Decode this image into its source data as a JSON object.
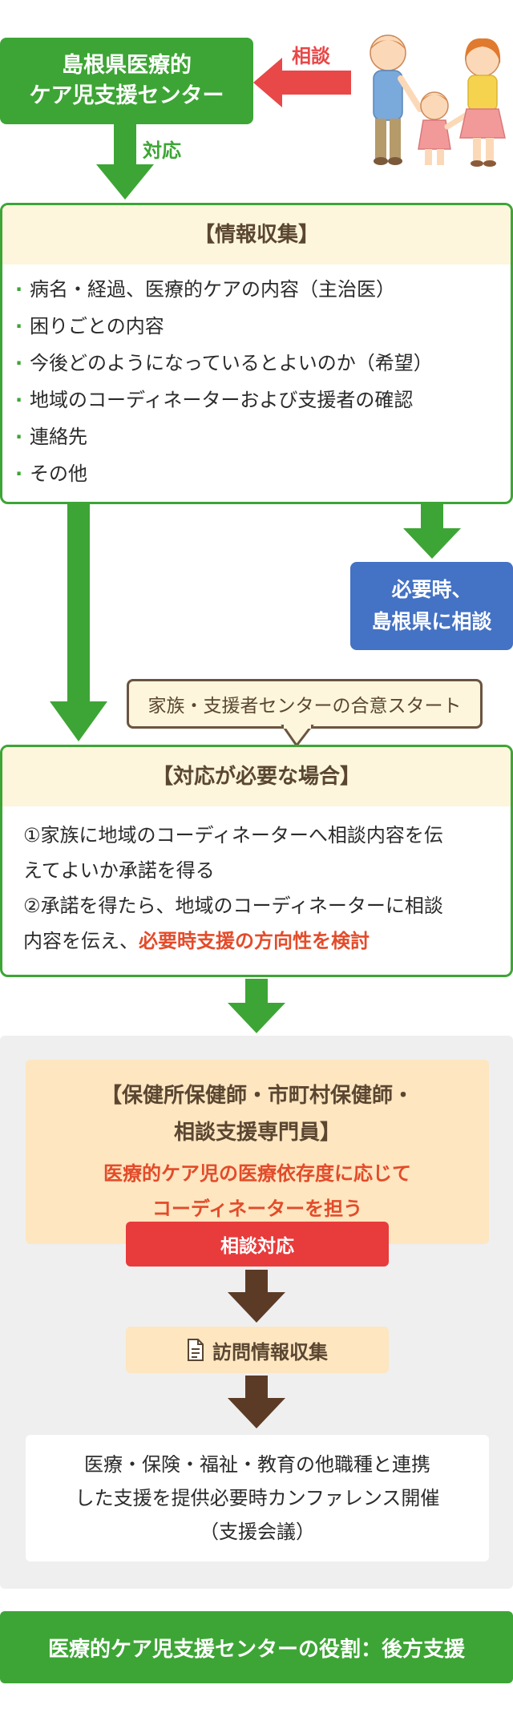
{
  "center": {
    "line1": "島根県医療的",
    "line2": "ケア児支援センター"
  },
  "consult_label": "相談",
  "response_label": "対応",
  "info_card": {
    "title": "【情報収集】",
    "items": [
      "病名・経過、医療的ケアの内容（主治医）",
      "困りごとの内容",
      "今後どのようになっているとよいのか（希望）",
      "地域のコーディネーターおよび支援者の確認",
      "連絡先",
      "その他"
    ]
  },
  "blue_box": {
    "line1": "必要時、",
    "line2": "島根県に相談"
  },
  "bubble": "家族・支援者センターの合意スタート",
  "action_card": {
    "title": "【対応が必要な場合】",
    "line1": "①家族に地域のコーディネーターへ相談内容を伝",
    "line2": "えてよいか承諾を得る",
    "line3": "②承諾を得たら、地域のコーディネーターに相談",
    "line4_plain": "内容を伝え、",
    "line4_hl": "必要時支援の方向性を検討"
  },
  "coordinator": {
    "title1": "【保健所保健師・市町村保健師・",
    "title2": "相談支援専門員】",
    "sub1": "医療的ケア児の医療依存度に応じて",
    "sub2": "コーディネーターを担う"
  },
  "consult_response": "相談対応",
  "visit": "訪問情報収集",
  "collab": {
    "line1": "医療・保険・福祉・教育の他職種と連携",
    "line2": "した支援を提供必要時カンファレンス開催",
    "line3": "（支援会議）"
  },
  "footer": "医療的ケア児支援センターの役割：後方支援",
  "colors": {
    "green": "#3da535",
    "red": "#e83b3b",
    "blue": "#4472c4",
    "brown": "#5c3b26",
    "cream": "#fdf6dd",
    "peach": "#fde6c0"
  }
}
